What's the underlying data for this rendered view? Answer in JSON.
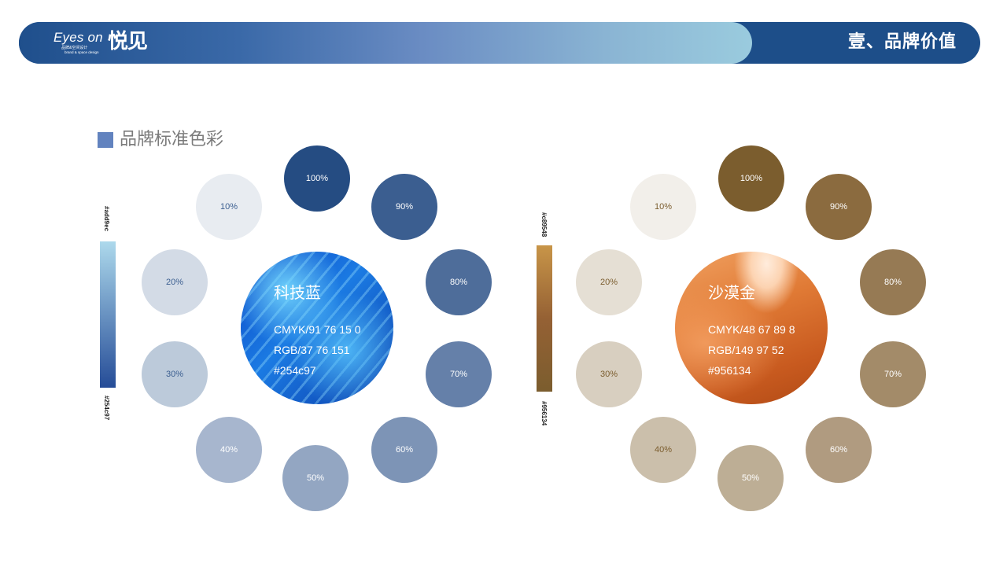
{
  "header": {
    "logo_en": "Eyes on",
    "logo_sub": "品牌&空间设计",
    "logo_sub2": "brand & space design",
    "logo_cn": "悦见",
    "title": "壹、品牌价值"
  },
  "section": {
    "title": "品牌标准色彩"
  },
  "palettes": [
    {
      "name": "科技蓝",
      "cmyk": "CMYK/91 76 15 0",
      "rgb": "RGB/37 76 151",
      "hex": "#254c97",
      "gradient_top": "#add9ec",
      "gradient_bottom": "#254c97",
      "tints": [
        {
          "label": "100%",
          "color": "#254c82",
          "text": "#ffffff"
        },
        {
          "label": "90%",
          "color": "#3b5e90",
          "text": "#ffffff"
        },
        {
          "label": "80%",
          "color": "#4e6d9a",
          "text": "#ffffff"
        },
        {
          "label": "70%",
          "color": "#6580a9",
          "text": "#ffffff"
        },
        {
          "label": "60%",
          "color": "#7d94b6",
          "text": "#ffffff"
        },
        {
          "label": "50%",
          "color": "#93a6c2",
          "text": "#ffffff"
        },
        {
          "label": "40%",
          "color": "#a7b6ce",
          "text": "#ffffff"
        },
        {
          "label": "30%",
          "color": "#bccada",
          "text": "#3b5e90"
        },
        {
          "label": "20%",
          "color": "#d3dbe6",
          "text": "#3b5e90"
        },
        {
          "label": "10%",
          "color": "#e8ecf1",
          "text": "#3b5e90"
        }
      ]
    },
    {
      "name": "沙漠金",
      "cmyk": "CMYK/48 67 89 8",
      "rgb": "RGB/149 97 52",
      "hex": "#956134",
      "gradient_top": "#c89548",
      "gradient_bottom": "#956134",
      "tints": [
        {
          "label": "100%",
          "color": "#7b5d2e",
          "text": "#ffffff"
        },
        {
          "label": "90%",
          "color": "#8b6b3f",
          "text": "#ffffff"
        },
        {
          "label": "80%",
          "color": "#967a54",
          "text": "#ffffff"
        },
        {
          "label": "70%",
          "color": "#a38b69",
          "text": "#ffffff"
        },
        {
          "label": "60%",
          "color": "#b09b80",
          "text": "#ffffff"
        },
        {
          "label": "50%",
          "color": "#bdae95",
          "text": "#ffffff"
        },
        {
          "label": "40%",
          "color": "#cbbfab",
          "text": "#7b5d2e"
        },
        {
          "label": "30%",
          "color": "#d8cfc0",
          "text": "#7b5d2e"
        },
        {
          "label": "20%",
          "color": "#e5dfd4",
          "text": "#7b5d2e"
        },
        {
          "label": "10%",
          "color": "#f2efea",
          "text": "#7b5d2e"
        }
      ]
    }
  ]
}
